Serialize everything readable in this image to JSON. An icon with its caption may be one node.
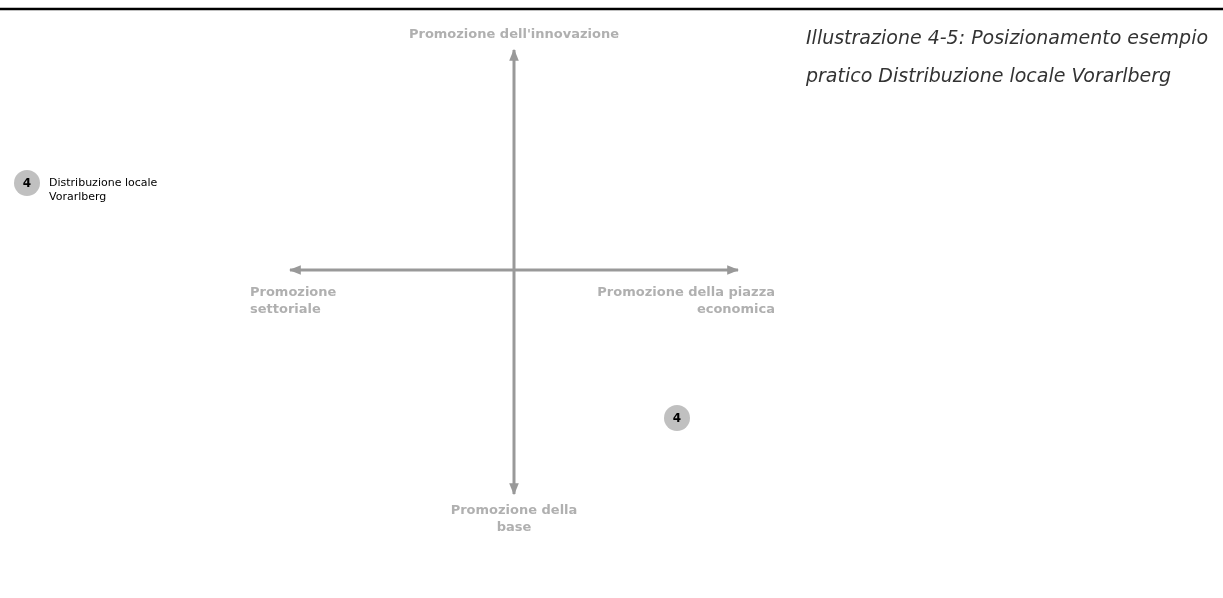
{
  "diagram": {
    "caption": "Illustrazione 4-5: Posizionamento esempio pratico Distribuzione locale Vorarlberg",
    "nodes": [
      {
        "text": [
          "4"
        ],
        "beside": [
          "Distribuzione locale Vorarlberg"
        ]
      },
      {
        "text": [
          "4"
        ]
      }
    ],
    "labels": [
      "Promozione dell'innovazione",
      "Promozione settoriale",
      "Promozione della piazza economica",
      "Promozione della base"
    ]
  }
}
